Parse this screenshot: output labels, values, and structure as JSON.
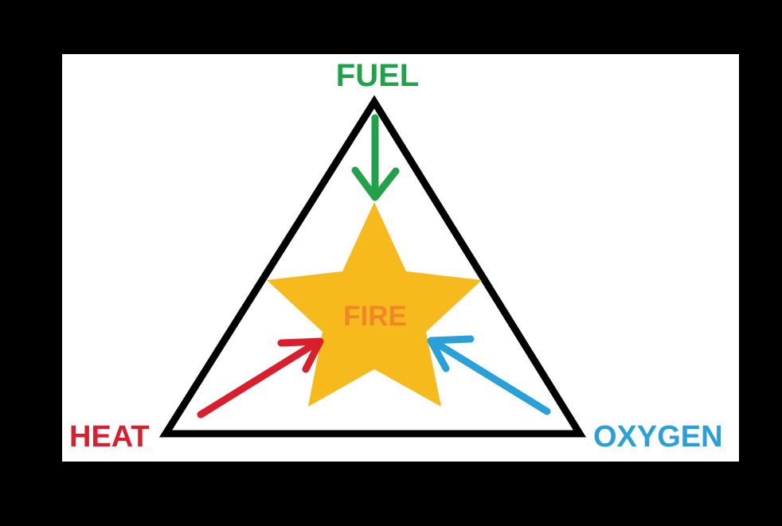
{
  "labels": {
    "fuel": "FUEL",
    "heat": "HEAT",
    "oxygen": "OXYGEN",
    "fire": "FIRE"
  },
  "colors": {
    "background": "#000000",
    "canvas": "#ffffff",
    "triangle": "#000000",
    "fuel_green": "#22a14b",
    "heat_red": "#d91f2e",
    "oxygen_blue": "#2aa0d8",
    "star_gold": "#f6ba1c",
    "fire_orange": "#f0862a"
  },
  "icons": {
    "triangle": "fire-triangle-outline",
    "star": "fire-star-icon",
    "fuel_arrow": "fuel-arrow-down-icon",
    "heat_arrow": "heat-arrow-up-right-icon",
    "oxygen_arrow": "oxygen-arrow-up-left-icon"
  }
}
